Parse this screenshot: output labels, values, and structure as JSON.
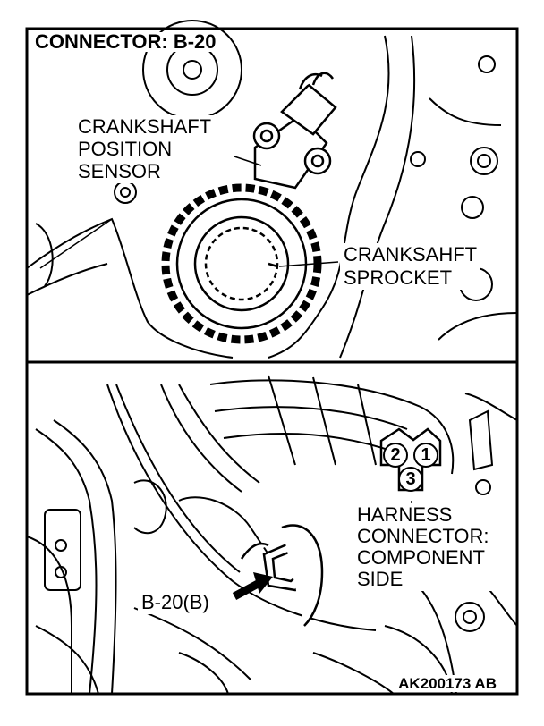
{
  "title": "CONNECTOR: B-20",
  "top_view": {
    "sensor_label": [
      "CRANKSHAFT",
      "POSITION",
      "SENSOR"
    ],
    "sprocket_label": [
      "CRANKSAHFT",
      "SPROCKET"
    ]
  },
  "bottom_view": {
    "connector_ref": "B-20(B)",
    "harness_label": [
      "HARNESS",
      "CONNECTOR:",
      "COMPONENT",
      "SIDE"
    ],
    "pins": [
      "2",
      "1",
      "3"
    ]
  },
  "figure_code": "AK200173 AB"
}
